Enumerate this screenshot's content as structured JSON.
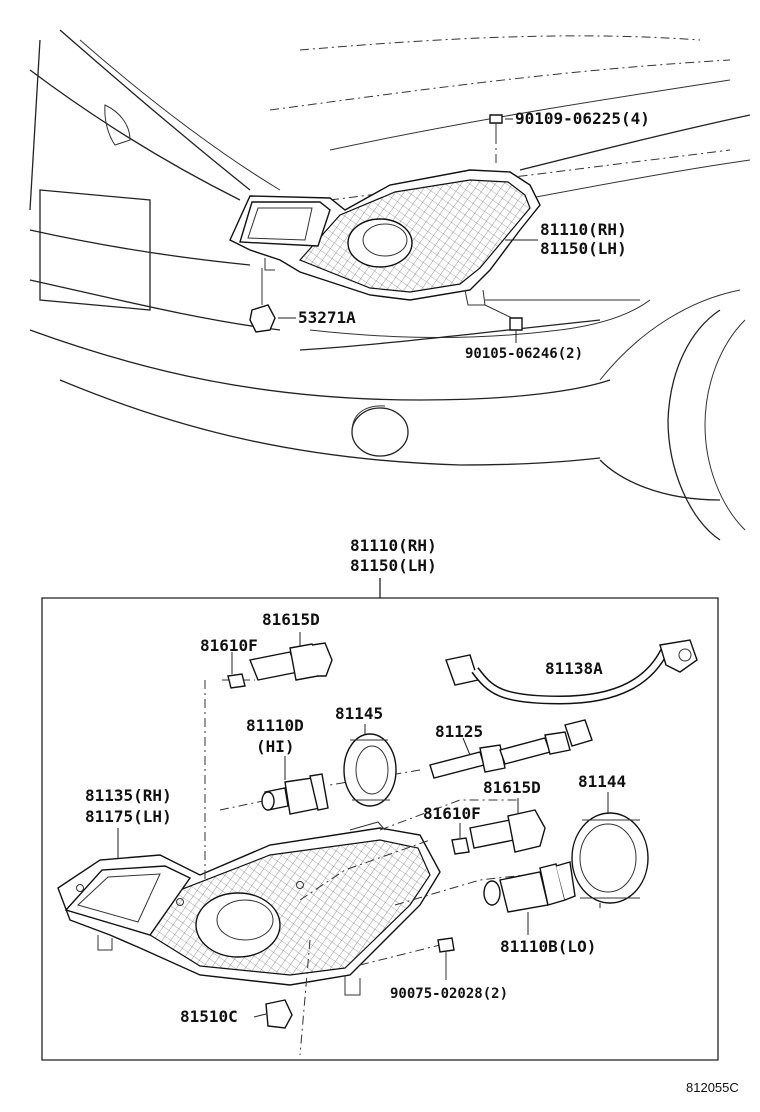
{
  "diagram": {
    "figure_id": "812055C",
    "top_callouts": {
      "bolt": "90109-06225(4)",
      "headlamp_rh": "81110(RH)",
      "headlamp_lh": "81150(LH)",
      "retainer": "53271A",
      "clip": "90105-06246(2)"
    },
    "bottom_callouts": {
      "assy_rh": "81110(RH)",
      "assy_lh": "81150(LH)",
      "socket_top": "81615D",
      "bulb_top": "81610F",
      "wire": "81138A",
      "bulb_hi": "81110D",
      "bulb_hi_tag": "(HI)",
      "cover": "81145",
      "adjuster": "81125",
      "socket_mid": "81615D",
      "bulb_mid": "81610F",
      "cap": "81144",
      "body_rh": "81135(RH)",
      "body_lh": "81175(LH)",
      "bulb_lo": "81110B(LO)",
      "screw": "90075-02028(2)",
      "lens_unit": "81510C"
    }
  }
}
